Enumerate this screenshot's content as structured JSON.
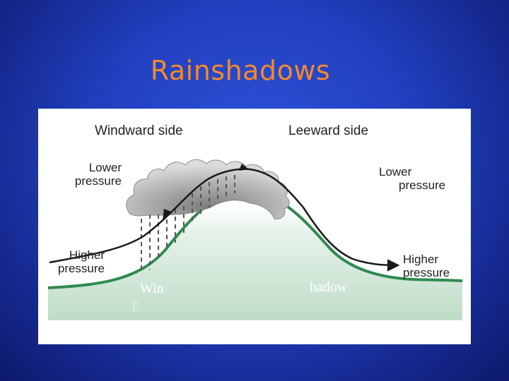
{
  "slide": {
    "title": "Rainshadows"
  },
  "diagram": {
    "windward_label": "Windward side",
    "leeward_label": "Leeward side",
    "windward_top_line1": "Lower",
    "windward_top_line2": "pressure",
    "leeward_top_line1": "Lower",
    "leeward_top_line2": "pressure",
    "windward_bottom_line1": "Higher",
    "windward_bottom_line2": "pressure",
    "leeward_bottom_line1": "Higher",
    "leeward_bottom_line2": "pressure",
    "overlay_left": "Win",
    "overlay_right": "hadow",
    "overlay_left_second": "E",
    "colors": {
      "mountain_edge": "#2f8a4f",
      "mountain_fill": "#cfe7d7",
      "cloud": "#9a9a9a",
      "arrow": "#1a1a1a"
    }
  }
}
